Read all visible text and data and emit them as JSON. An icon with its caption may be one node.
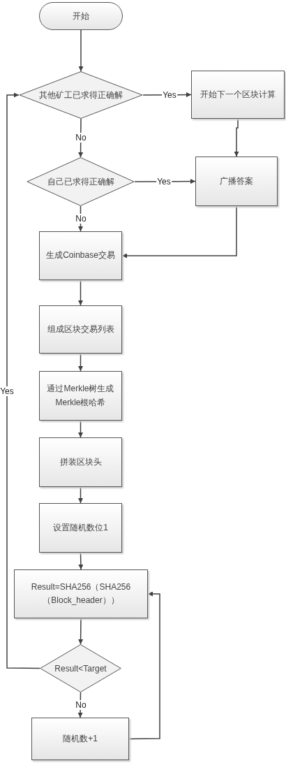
{
  "diagram": {
    "nodes": [
      {
        "text": [
          "开始"
        ]
      },
      {
        "text": [
          "其他矿工已求得正确解"
        ]
      },
      {
        "text": [
          "开始下一个区块计算"
        ]
      },
      {
        "text": [
          "自己已求得正确解"
        ]
      },
      {
        "text": [
          "广播答案"
        ]
      },
      {
        "text": [
          "生成Coinbase交易"
        ]
      },
      {
        "text": [
          "组成区块交易列表"
        ]
      },
      {
        "text": [
          "通过Merkle树生成Merkle根哈希"
        ]
      },
      {
        "text": [
          "拼装区块头"
        ]
      },
      {
        "text": [
          "设置随机数位1"
        ]
      },
      {
        "text": [
          "Result=SHA256（SHA256（Block_header））"
        ]
      },
      {
        "text": [
          "Result<Target"
        ]
      },
      {
        "text": [
          "随机数+1"
        ]
      }
    ],
    "edges": [
      {
        "from": 0,
        "to": 1,
        "arrow": "to"
      },
      {
        "from": 1,
        "to": 2,
        "arrow": "to",
        "label": "Yes"
      },
      {
        "from": 1,
        "to": 3,
        "arrow": "to",
        "label": "No"
      },
      {
        "from": 2,
        "to": 4,
        "arrow": "to"
      },
      {
        "from": 3,
        "to": 4,
        "arrow": "to",
        "label": "Yes"
      },
      {
        "from": 3,
        "to": 5,
        "arrow": "to",
        "label": "No"
      },
      {
        "from": 4,
        "to": 5,
        "arrow": "to"
      },
      {
        "from": 5,
        "to": 6,
        "arrow": "to"
      },
      {
        "from": 6,
        "to": 7,
        "arrow": "to"
      },
      {
        "from": 7,
        "to": 8,
        "arrow": "to"
      },
      {
        "from": 8,
        "to": 9,
        "arrow": "to"
      },
      {
        "from": 9,
        "to": 10,
        "arrow": "to"
      },
      {
        "from": 10,
        "to": 11,
        "arrow": "to"
      },
      {
        "from": 11,
        "to": 1,
        "arrow": "to",
        "label": "Yes"
      },
      {
        "from": 11,
        "to": 12,
        "arrow": "to",
        "label": "No"
      },
      {
        "from": 12,
        "to": 10,
        "arrow": "to"
      }
    ]
  }
}
